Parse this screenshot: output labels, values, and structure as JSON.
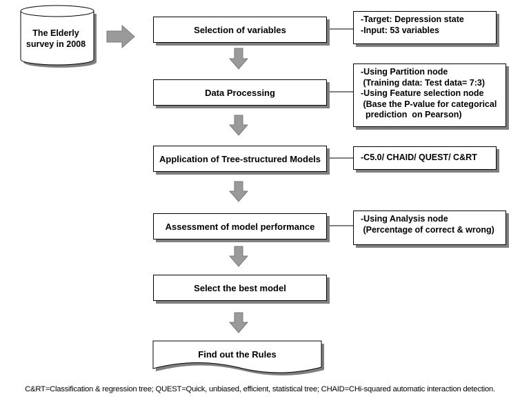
{
  "database": {
    "lines": [
      "The Elderly",
      "survey in 2008"
    ]
  },
  "steps": [
    {
      "label": "Selection of variables"
    },
    {
      "label": "Data Processing"
    },
    {
      "label": "Application of Tree-structured Models"
    },
    {
      "label": "Assessment of model performance"
    },
    {
      "label": "Select the best model"
    },
    {
      "label": "Find out the Rules"
    }
  ],
  "notes": [
    {
      "lines": [
        "-Target: Depression state",
        "-Input: 53 variables"
      ]
    },
    {
      "lines": [
        "-Using Partition node",
        " (Training data: Test data= 7:3)",
        "-Using Feature selection node",
        " (Base the P-value for categorical",
        "  prediction  on Pearson)"
      ]
    },
    {
      "lines": [
        "-C5.0/ CHAID/ QUEST/ C&RT"
      ]
    },
    {
      "lines": [
        "-Using Analysis node",
        " (Percentage of correct & wrong)"
      ]
    }
  ],
  "caption": "C&RT=Classification & regression tree; QUEST=Quick, unbiased, efficient, statistical tree; CHAID=CHi-squared automatic interaction detection.",
  "colors": {
    "arrow": "#9a9a9a",
    "arrow_stroke": "#7a7a7a",
    "shadow": "#7f7f7f",
    "line": "#000000"
  }
}
